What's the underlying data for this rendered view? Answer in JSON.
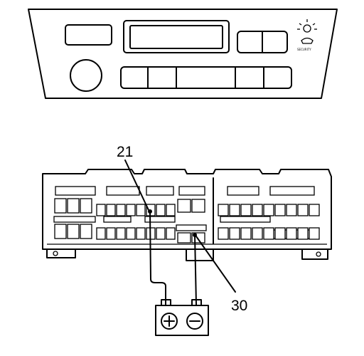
{
  "callouts": {
    "pin_a": "21",
    "pin_b": "30"
  },
  "panel": {
    "corner_text": "SECURITY"
  },
  "battery": {
    "positive_symbol": "⊕",
    "negative_symbol": "⊖"
  },
  "colors": {
    "line": "#000000",
    "background": "#ffffff"
  }
}
